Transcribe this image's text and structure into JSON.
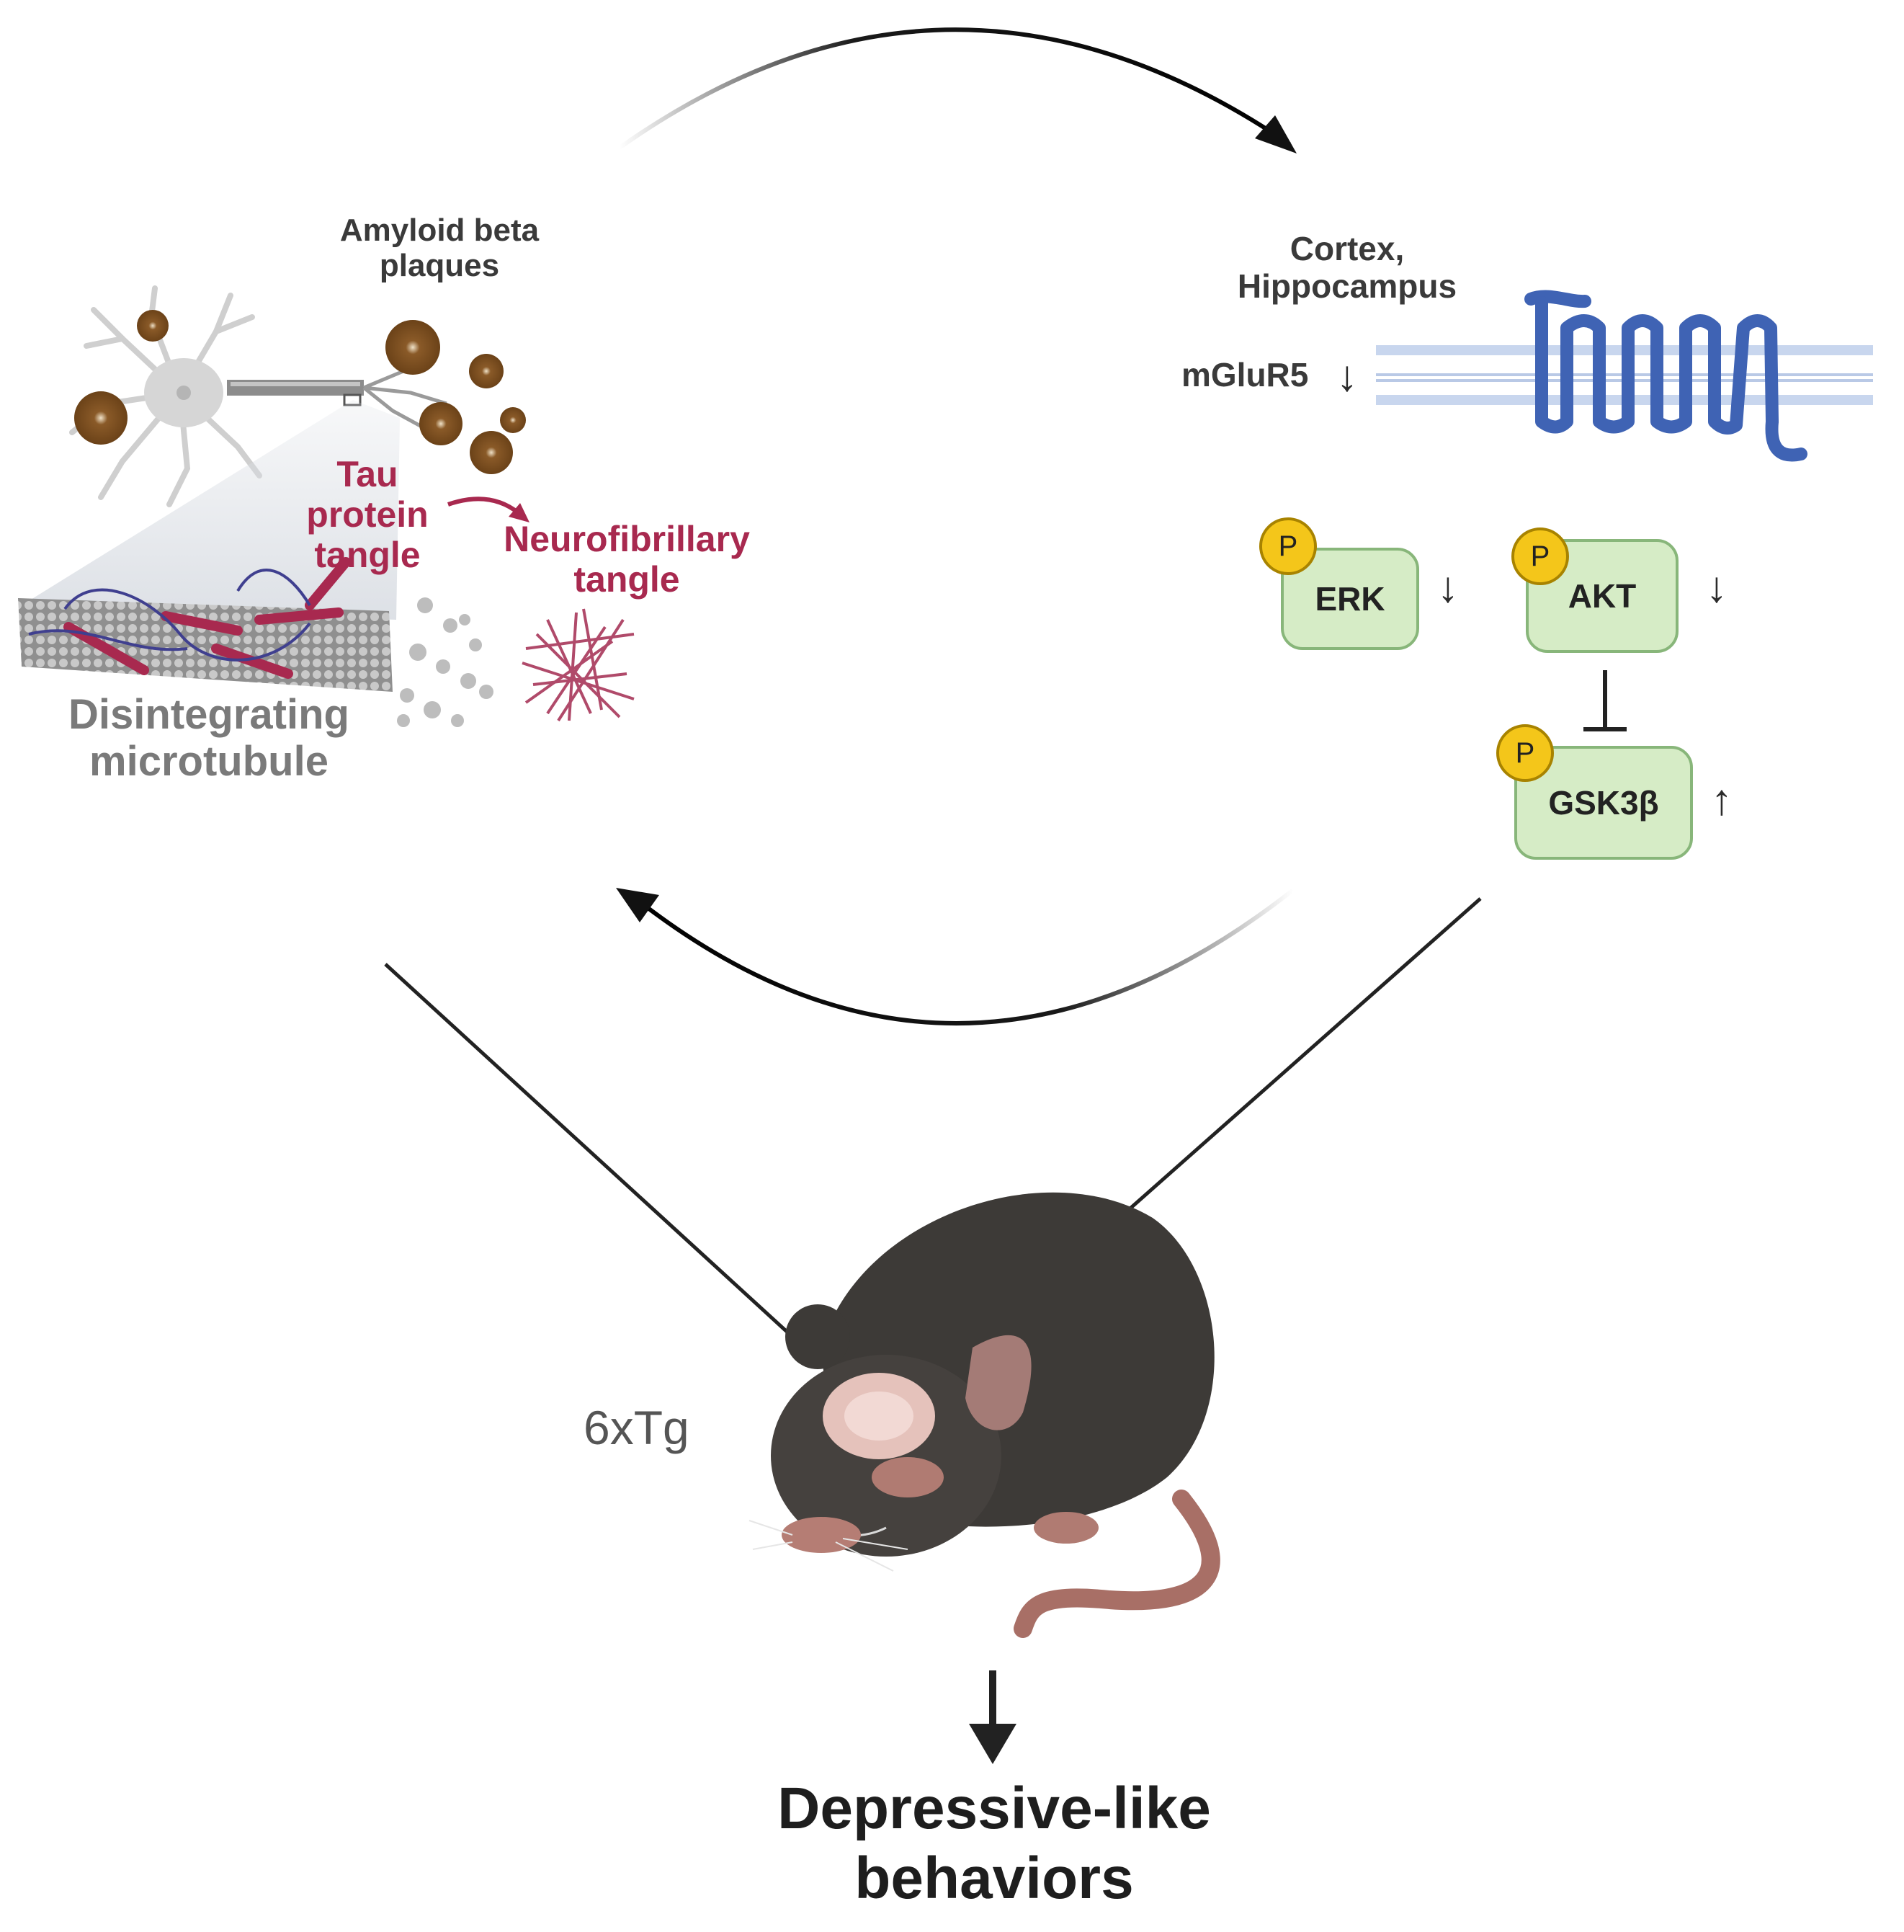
{
  "pathology": {
    "plaques_line1": "Amyloid beta",
    "plaques_line2": "plaques",
    "tau_line1": "Tau",
    "tau_line2": "protein",
    "tau_line3": "tangle",
    "nft_line1": "Neurofibrillary",
    "nft_line2": "tangle",
    "microtubule_line1": "Disintegrating",
    "microtubule_line2": "microtubule"
  },
  "signaling": {
    "region_line1": "Cortex,",
    "region_line2": "Hippocampus",
    "receptor_label": "mGluR5",
    "receptor_arrow": "↓",
    "nodes": [
      {
        "label": "ERK",
        "badge": "P",
        "change": "↓"
      },
      {
        "label": "AKT",
        "badge": "P",
        "change": "↓"
      },
      {
        "label": "GSK3β",
        "badge": "P",
        "change": "↑"
      }
    ]
  },
  "model": {
    "mouse_label": "6xTg"
  },
  "outcome": {
    "line1": "Depressive-like",
    "line2": "behaviors"
  },
  "colors": {
    "tau": "#a8294f",
    "receptor": "#3f63b4",
    "node_fill": "#d6ecc6",
    "phospho": "#f4c61a",
    "mouse": "#3d3a37"
  }
}
